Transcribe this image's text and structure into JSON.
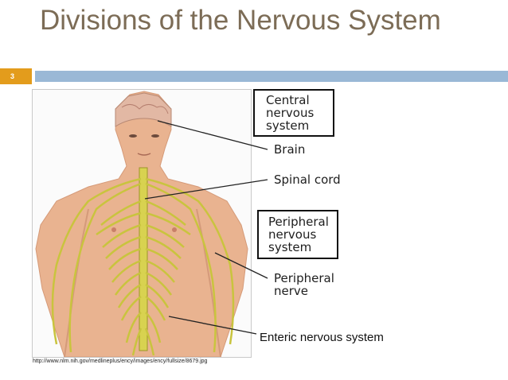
{
  "slide": {
    "title": "Divisions of the Nervous System",
    "number": "3",
    "accent_color": "#e39c1c",
    "bar_color": "#9ab8d6",
    "title_color": "#7c6c56"
  },
  "figure": {
    "labels": {
      "central_line1": "Central",
      "central_line2": "nervous",
      "central_line3": "system",
      "brain": "Brain",
      "spinal_cord": "Spinal cord",
      "peripheral_line1": "Peripheral",
      "peripheral_line2": "nervous",
      "peripheral_line3": "system",
      "peripheral_nerve_line1": "Peripheral",
      "peripheral_nerve_line2": "nerve"
    },
    "enteric_label": "Enteric nervous system",
    "source_url": "http://www.nlm.nih.gov/medlineplus/ency/images/ency/fullsize/8679.jpg"
  }
}
